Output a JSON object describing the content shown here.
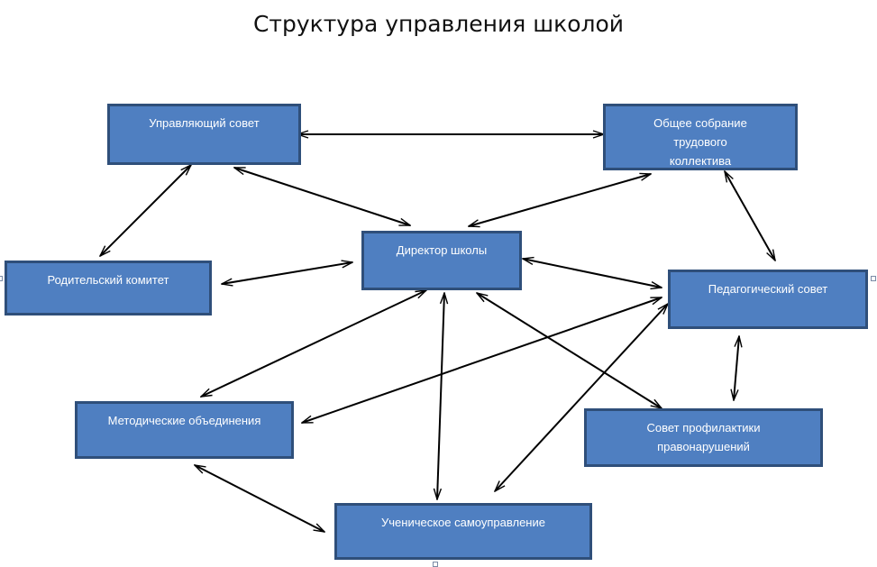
{
  "diagram": {
    "title": "Структура управления школой",
    "nodes": {
      "council": "Управляющий совет",
      "assembly": "Общее собрание трудового коллектива",
      "director": "Директор школы",
      "parents": "Родительский комитет",
      "ped_council": "Педагогический совет",
      "methodical": "Методические объединения",
      "prevention": "Совет профилактики правонарушений",
      "student_gov": "Ученическое самоуправление"
    },
    "connections": [
      [
        "council",
        "assembly"
      ],
      [
        "council",
        "parents"
      ],
      [
        "council",
        "director"
      ],
      [
        "assembly",
        "director"
      ],
      [
        "assembly",
        "ped_council"
      ],
      [
        "parents",
        "director"
      ],
      [
        "director",
        "ped_council"
      ],
      [
        "director",
        "methodical"
      ],
      [
        "director",
        "prevention"
      ],
      [
        "director",
        "student_gov"
      ],
      [
        "ped_council",
        "methodical"
      ],
      [
        "ped_council",
        "student_gov"
      ],
      [
        "ped_council",
        "prevention"
      ],
      [
        "methodical",
        "student_gov"
      ]
    ],
    "colors": {
      "node_fill": "#4f7fc1",
      "node_border": "#2f4f7a",
      "arrow": "#000000"
    }
  }
}
